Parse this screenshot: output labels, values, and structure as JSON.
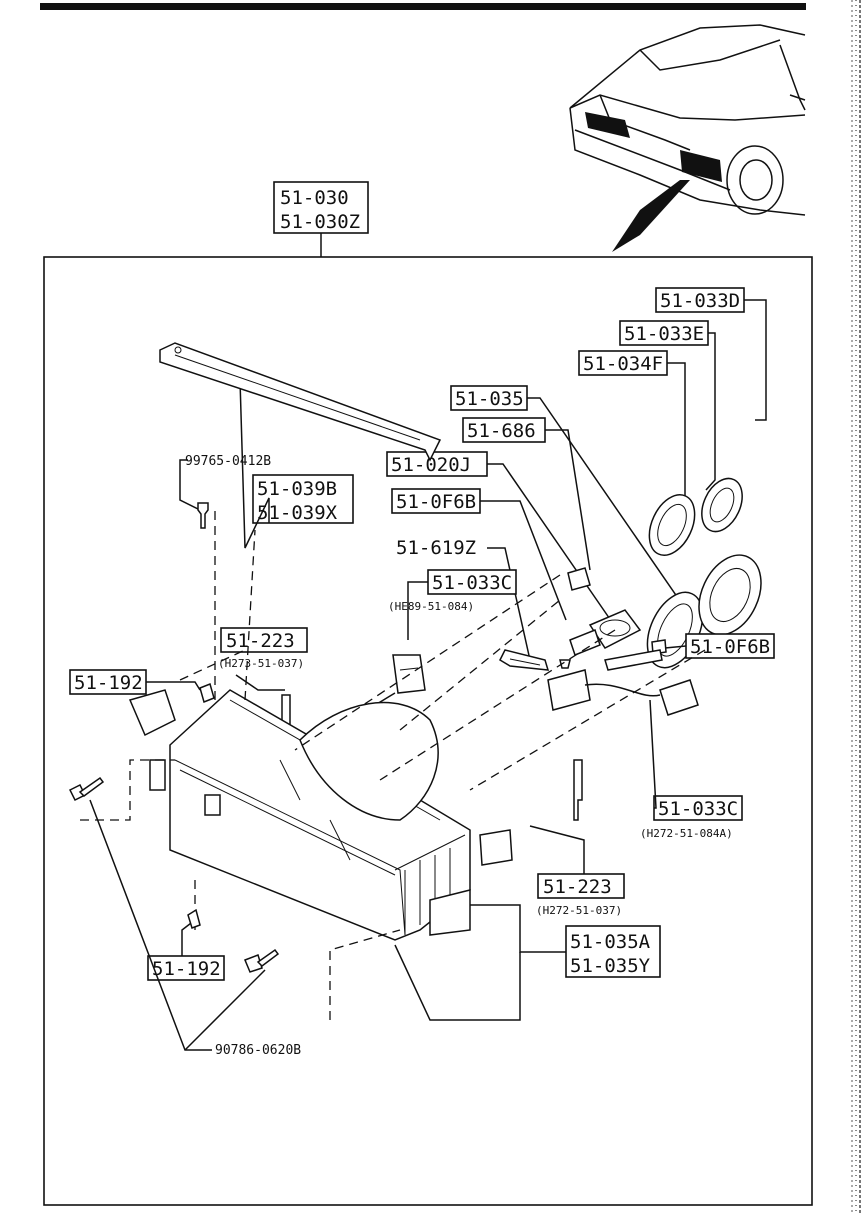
{
  "assembly": {
    "line1": "51-030",
    "line2": "51-030Z"
  },
  "parts": {
    "p_033D": "51-033D",
    "p_033E": "51-033E",
    "p_034F": "51-034F",
    "p_035": "51-035",
    "p_686": "51-686",
    "p_020J": "51-020J",
    "p_0F6B_a": "51-0F6B",
    "p_619Z": "51-619Z",
    "p_033C_a": "51-033C",
    "p_033C_a_sub": "(HE89-51-084)",
    "p_039": {
      "line1": "51-039B",
      "line2": "51-039X"
    },
    "p_screw_top": "99765-0412B",
    "p_223_a": "51-223",
    "p_223_a_sub": "(H273-51-037)",
    "p_192_a": "51-192",
    "p_0F6B_b": "51-0F6B",
    "p_033C_b": "51-033C",
    "p_033C_b_sub": "(H272-51-084A)",
    "p_223_b": "51-223",
    "p_223_b_sub": "(H272-51-037)",
    "p_035A": {
      "line1": "51-035A",
      "line2": "51-035Y"
    },
    "p_192_b": "51-192",
    "p_screw_bottom": "90786-0620B"
  }
}
